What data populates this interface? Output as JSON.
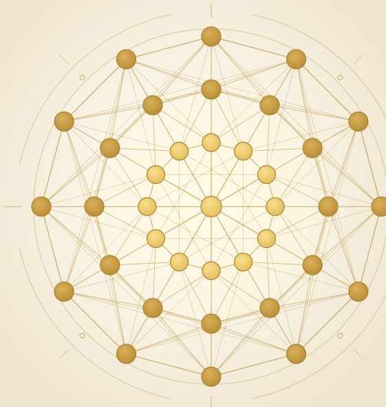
{
  "artwork": {
    "kind": "golden node network mandala",
    "background_color": "#f6f0e2",
    "glow_color": "#fffbe9",
    "line_color": "#b48a32",
    "node_fill_light": "#f1d275",
    "node_fill_dark": "#c49a43",
    "node_stroke": "#a9822f",
    "rings": [
      {
        "name": "center",
        "count": 1
      },
      {
        "name": "inner",
        "count": 12
      },
      {
        "name": "middle",
        "count": 12
      },
      {
        "name": "outer",
        "count": 12
      }
    ],
    "accent_dot_count": 4,
    "tick_mark_count": 4
  }
}
